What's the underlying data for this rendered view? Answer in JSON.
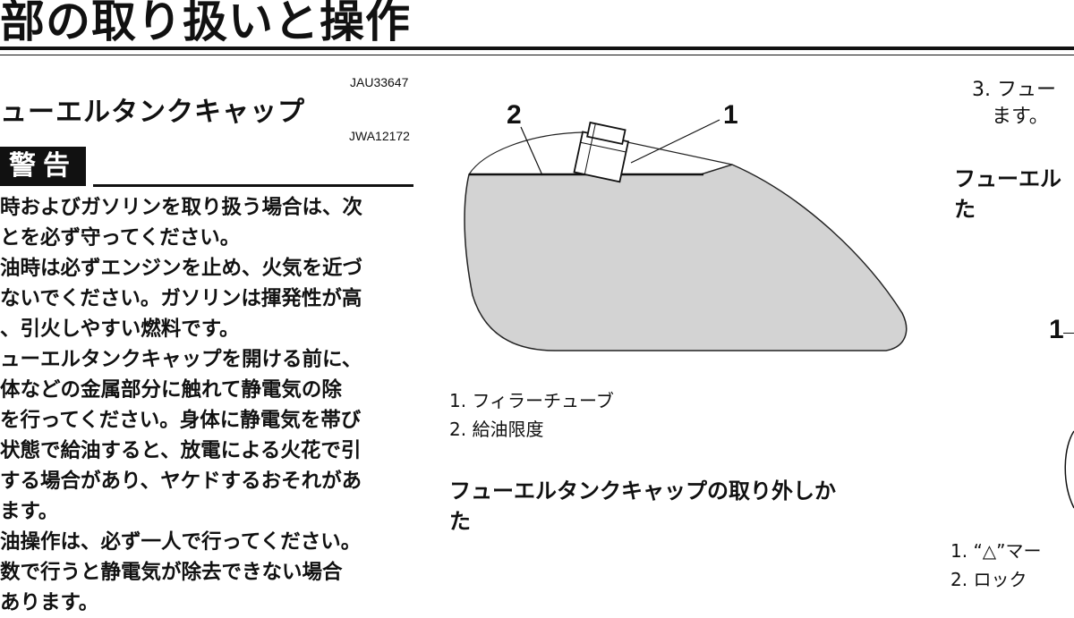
{
  "header": {
    "title": "部の取り扱いと操作"
  },
  "left": {
    "code_top": "JAU33647",
    "section_title": "ューエルタンクキャップ",
    "code_warning": "JWA12172",
    "warning_label": "警告",
    "warning_lines": [
      "時およびガソリンを取り扱う場合は、次",
      "とを必ず守ってください。",
      "油時は必ずエンジンを止め、火気を近づ",
      "ないでください。ガソリンは揮発性が高",
      "、引火しやすい燃料です。",
      "ューエルタンクキャップを開ける前に、",
      "体などの金属部分に触れて静電気の除",
      "を行ってください。身体に静電気を帯び",
      "状態で給油すると、放電による火花で引",
      "する場合があり、ヤケドするおそれがあ",
      "ます。",
      "油操作は、必ず一人で行ってください。",
      "数で行うと静電気が除去できない場合",
      "あります。"
    ]
  },
  "figure": {
    "callout_1": "1",
    "callout_2": "2",
    "fill_color": "#d3d3d3",
    "captions": [
      "1. フィラーチューブ",
      "2. 給油限度"
    ]
  },
  "middle": {
    "subheading": "フューエルタンクキャップの取り外しかた",
    "subheading_lines": [
      "フューエルタンクキャップの取り外しか",
      "た"
    ]
  },
  "right": {
    "step_lines": [
      "3. フュー",
      "　ます。"
    ],
    "heading_lines": [
      "フューエル",
      "た"
    ],
    "callout_1": "1",
    "captions": [
      "1. “△”マー",
      "2. ロック"
    ]
  }
}
